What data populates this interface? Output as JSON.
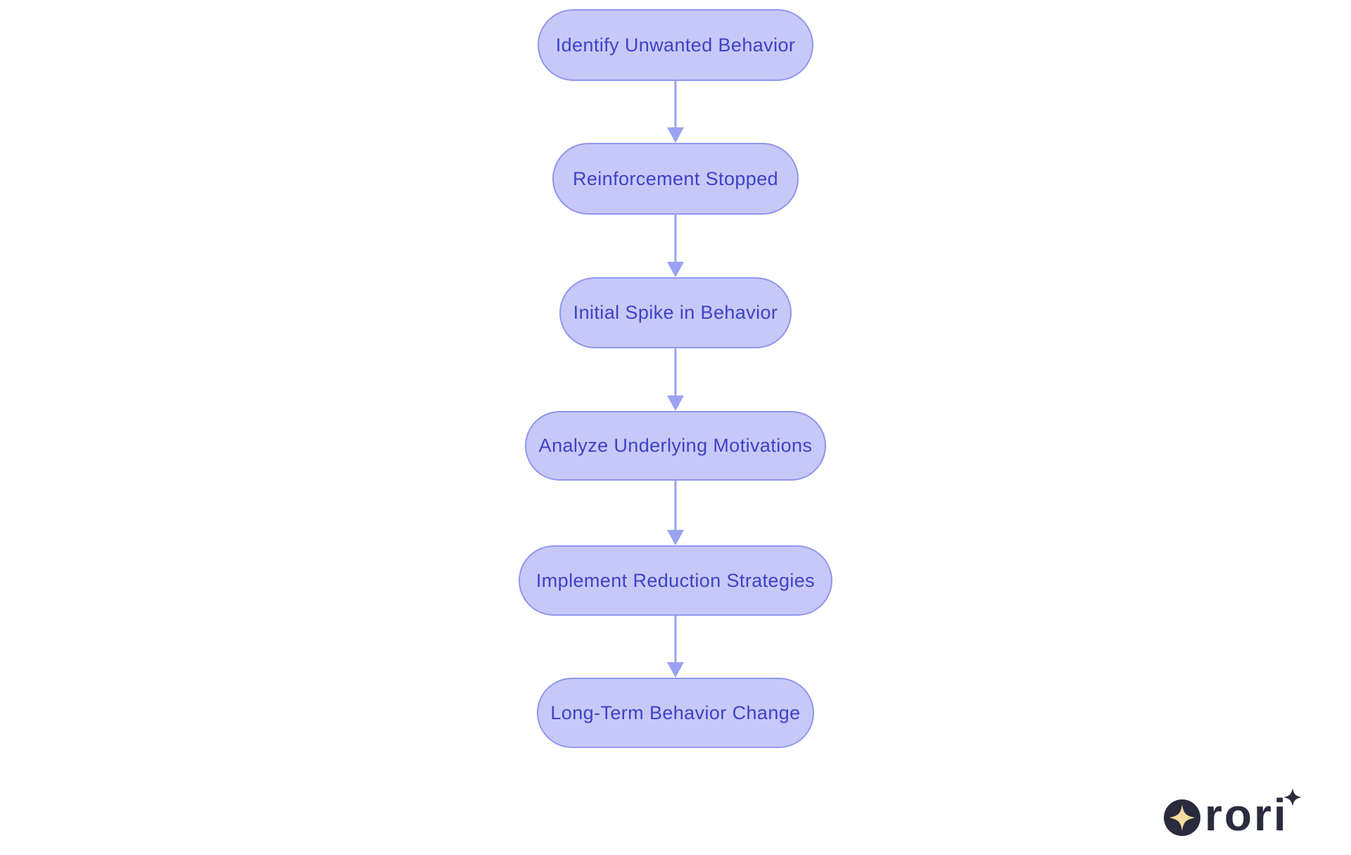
{
  "diagram": {
    "type": "flowchart",
    "direction": "top-down",
    "nodes": [
      {
        "id": "identify-unwanted-behavior",
        "label": "Identify Unwanted Behavior"
      },
      {
        "id": "reinforcement-stopped",
        "label": "Reinforcement Stopped"
      },
      {
        "id": "initial-spike-in-behavior",
        "label": "Initial Spike in Behavior"
      },
      {
        "id": "analyze-underlying-motivations",
        "label": "Analyze Underlying Motivations"
      },
      {
        "id": "implement-reduction-strategies",
        "label": "Implement Reduction Strategies"
      },
      {
        "id": "long-term-behavior-change",
        "label": "Long-Term Behavior Change"
      }
    ],
    "edges": [
      {
        "from": "identify-unwanted-behavior",
        "to": "reinforcement-stopped"
      },
      {
        "from": "reinforcement-stopped",
        "to": "initial-spike-in-behavior"
      },
      {
        "from": "initial-spike-in-behavior",
        "to": "analyze-underlying-motivations"
      },
      {
        "from": "analyze-underlying-motivations",
        "to": "implement-reduction-strategies"
      },
      {
        "from": "implement-reduction-strategies",
        "to": "long-term-behavior-change"
      }
    ],
    "colors": {
      "background": "#ffffff",
      "node_fill": "#c6c9f8",
      "node_border": "#9096ee",
      "node_text": "#3f41c6",
      "arrow": "#9ba2f2"
    }
  },
  "logo": {
    "brand": "rori",
    "colors": {
      "mark": "#2a2b3c",
      "star": "#f3dc9e"
    }
  }
}
